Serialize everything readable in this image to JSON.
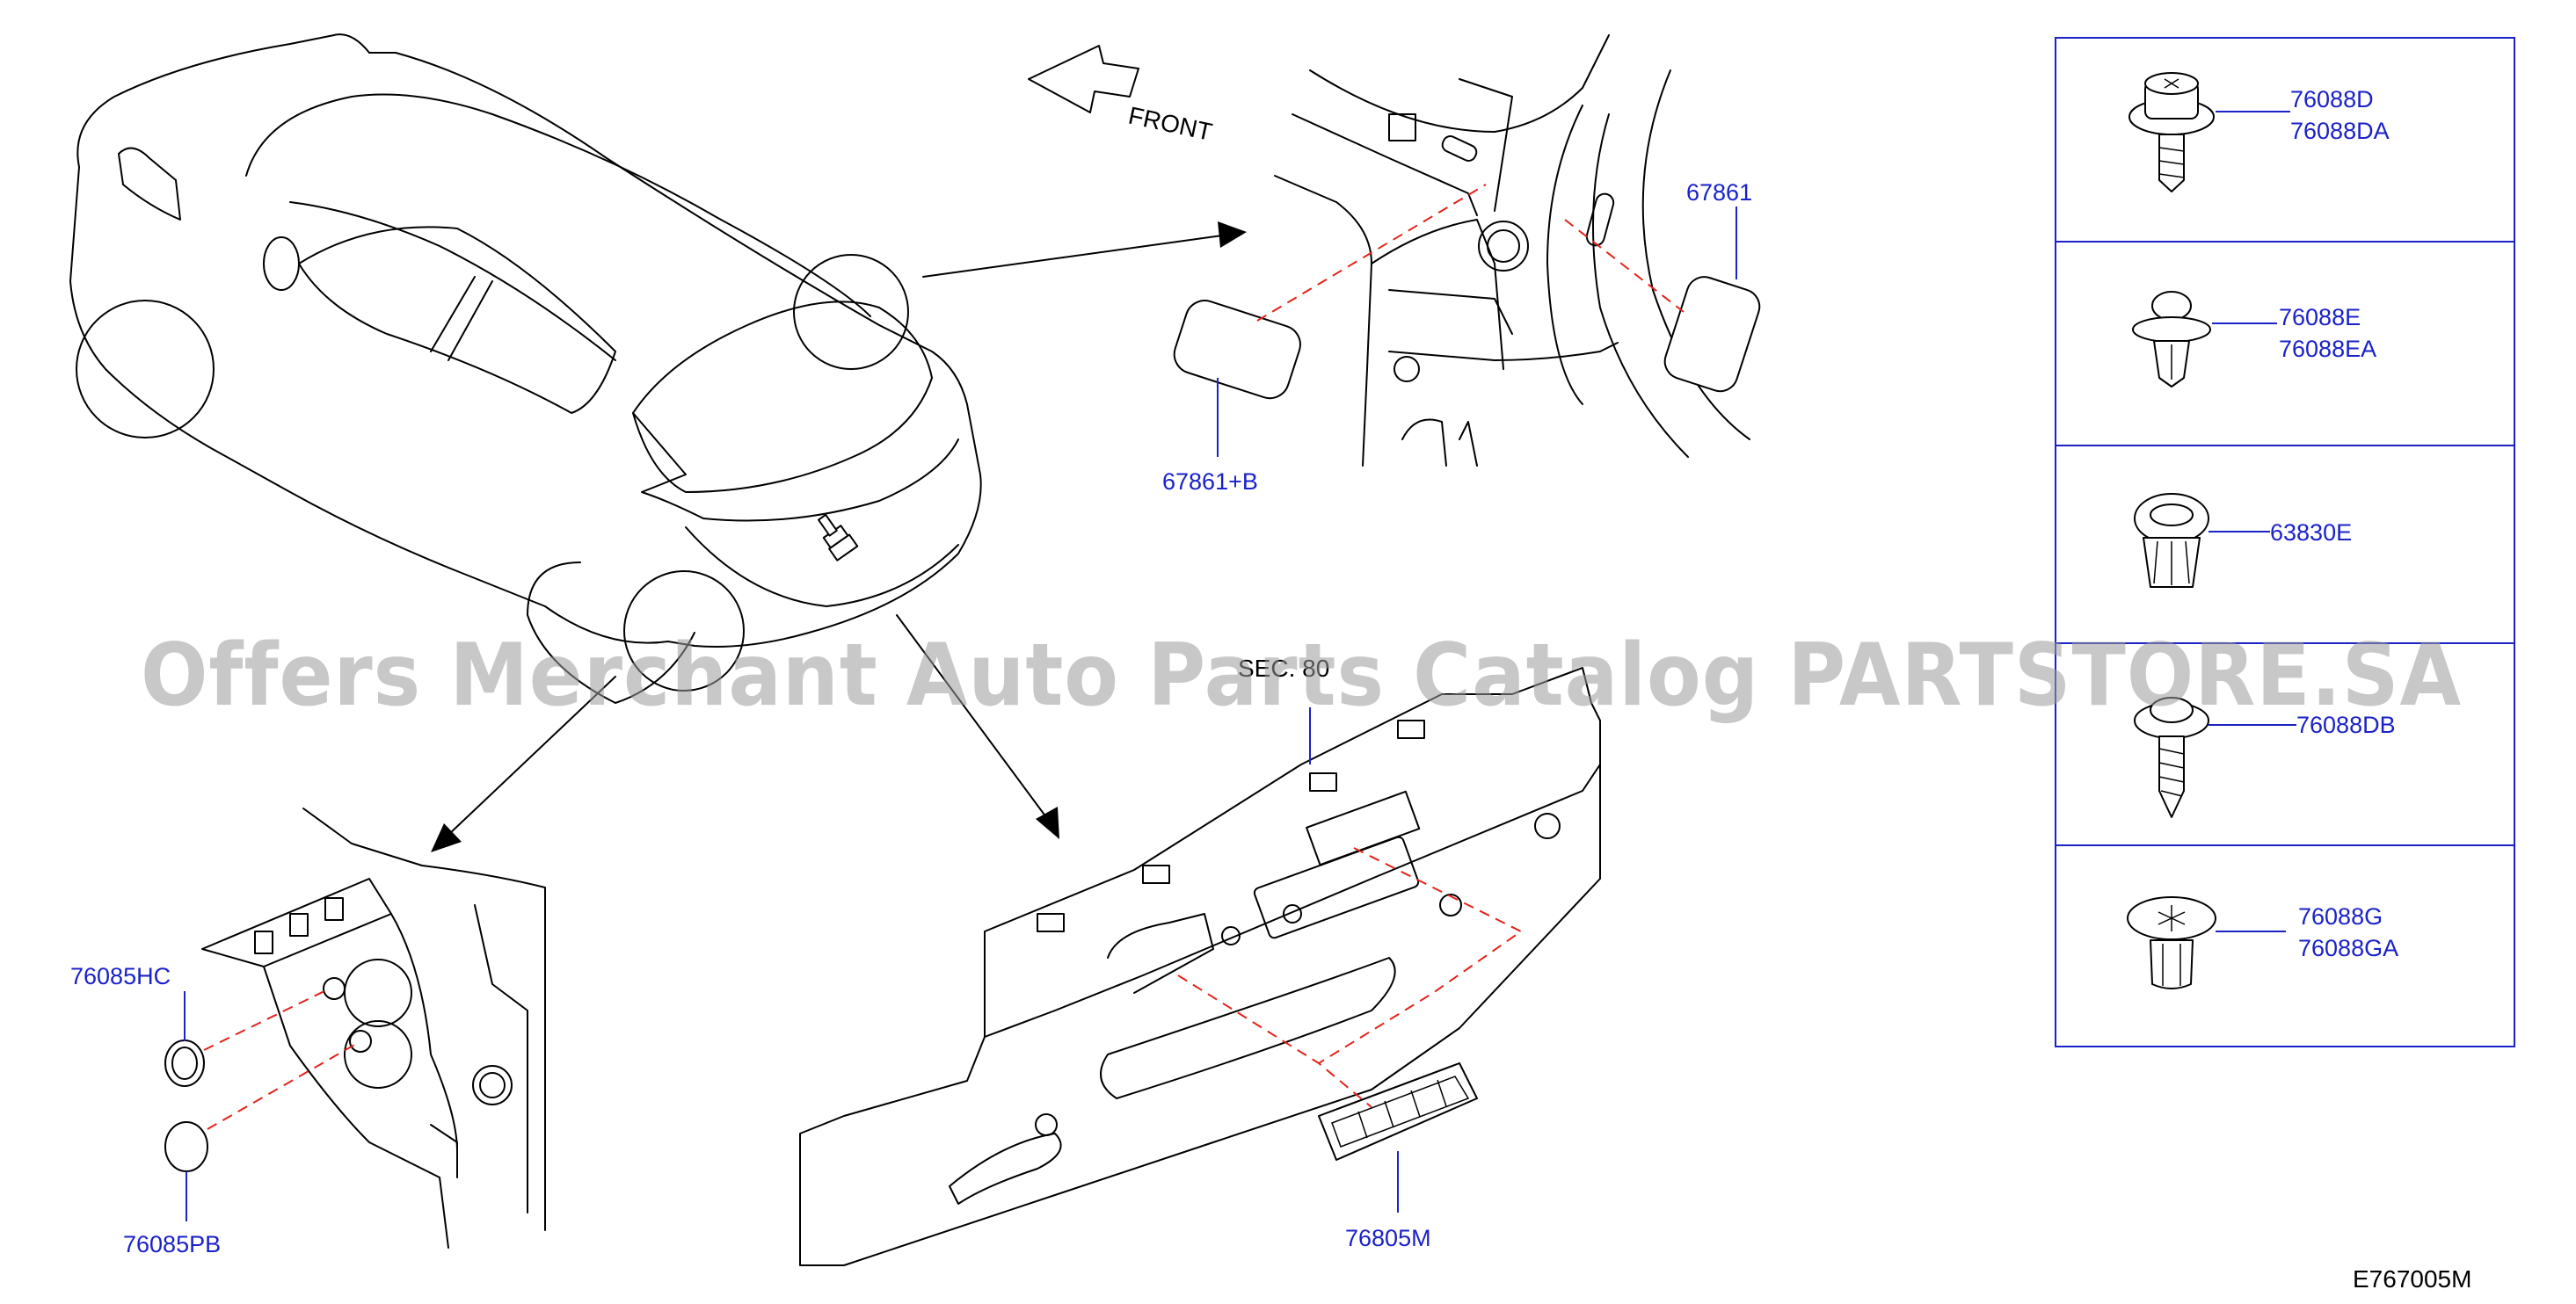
{
  "diagram": {
    "front_label": "FRONT",
    "drawing_code": "E767005M",
    "watermark": "Offers Merchant Auto Parts Catalog PARTSTORE.SA",
    "section_ref": "SEC. 80",
    "labels": {
      "p67861": "67861",
      "p67861b": "67861+B",
      "p76085hc": "76085HC",
      "p76085pb": "76085PB",
      "p76805m": "76805M"
    },
    "legend": [
      {
        "codes": [
          "76088D",
          "76088DA"
        ],
        "icon": "flange-bolt-icon"
      },
      {
        "codes": [
          "76088E",
          "76088EA"
        ],
        "icon": "push-clip-icon"
      },
      {
        "codes": [
          "63830E"
        ],
        "icon": "grommet-clip-icon"
      },
      {
        "codes": [
          "76088DB"
        ],
        "icon": "tapping-screw-icon"
      },
      {
        "codes": [
          "76088G",
          "76088GA"
        ],
        "icon": "clip-rivet-icon"
      }
    ],
    "colors": {
      "label": "#1a22c8",
      "dashed_line": "#e2231a",
      "line": "#000000",
      "watermark": "#9a9a9a"
    }
  }
}
